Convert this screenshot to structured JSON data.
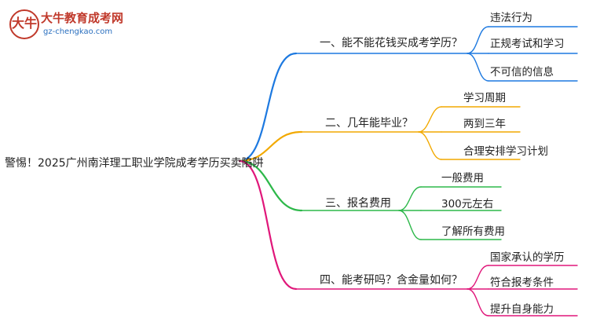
{
  "logo": {
    "glyph": "大牛",
    "title": "大牛教育成考网",
    "url": "gz-chengkao.com"
  },
  "root": {
    "label": "警惕！2025广州南洋理工职业学院成考学历买卖陷阱"
  },
  "branches": [
    {
      "label": "一、能不能花钱买成考学历？",
      "color": "#1d79e0",
      "leaves": [
        "违法行为",
        "正规考试和学习",
        "不可信的信息"
      ]
    },
    {
      "label": "二、几年能毕业？",
      "color": "#f2a900",
      "leaves": [
        "学习周期",
        "两到三年",
        "合理安排学习计划"
      ]
    },
    {
      "label": "三、报名费用",
      "color": "#2db84a",
      "leaves": [
        "一般费用",
        "300元左右",
        "了解所有费用"
      ]
    },
    {
      "label": "四、能考研吗？含金量如何？",
      "color": "#e0177a",
      "leaves": [
        "国家承认的学历",
        "符合报考条件",
        "提升自身能力"
      ]
    }
  ]
}
